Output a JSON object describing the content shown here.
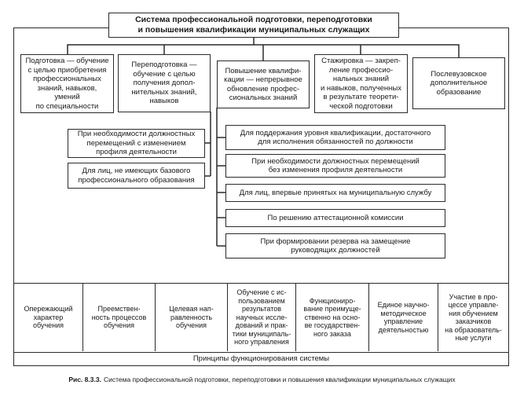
{
  "title": "Система профессиональной подготовки, переподготовки\nи повышения квалификации муниципальных служащих",
  "training_types": [
    "Подготовка — обучение\nс целью приобретения\nпрофессиональных\nзнаний, навыков,\nумений\nпо специальности",
    "Переподготовка —\nобучение с целью\nполучения допол-\nнительных знаний,\nнавыков",
    "Повышение квалифи-\nкации — непрерывное\nобновление профес-\nсиональных знаний",
    "Стажировка — закреп-\nление профессио-\nнальных знаний\nи навыков, полученных\nв результате теорети-\nческой подготовки",
    "Послевузовское\nдополнительное\nобразование"
  ],
  "retraining_cases": [
    "При необходимости должностных\nперемещений с изменением\nпрофиля деятельности",
    "Для лиц, не имеющих базового\nпрофессионального образования"
  ],
  "qualification_cases": [
    "Для поддержания уровня квалификации, достаточного\nдля исполнения обязанностей по должности",
    "При необходимости должностных перемещений\nбез изменения профиля деятельности",
    "Для лиц, впервые принятых на муниципальную службу",
    "По решению аттестационной комиссии",
    "При формировании резерва на замещение\nруководящих должностей"
  ],
  "principles": [
    "Опережающий\nхарактер\nобучения",
    "Преемствен-\nность процессов\nобучения",
    "Целевая нап-\nравленность\nобучения",
    "Обучение с ис-\nпользованием\nрезультатов\nнаучных иссле-\nдований и прак-\nтики муниципаль-\nного управления",
    "Функциониро-\nвание преимуще-\nственно на осно-\nве государствен-\nного заказа",
    "Единое научно-\nметодическое\nуправление\nдеятельностью",
    "Участие в про-\nцессе управле-\nния обучением\nзаказчиков\nна образователь-\nные услуги"
  ],
  "principles_banner": "Принципы функционирования системы",
  "caption": {
    "label": "Рис. 8.3.3.",
    "text": "Система профессиональной подготовки, переподготовки и повышения квалификации муниципальных служащих"
  },
  "colors": {
    "background": "#ffffff",
    "line": "#2a2a2a",
    "text": "#1a1a1a"
  }
}
